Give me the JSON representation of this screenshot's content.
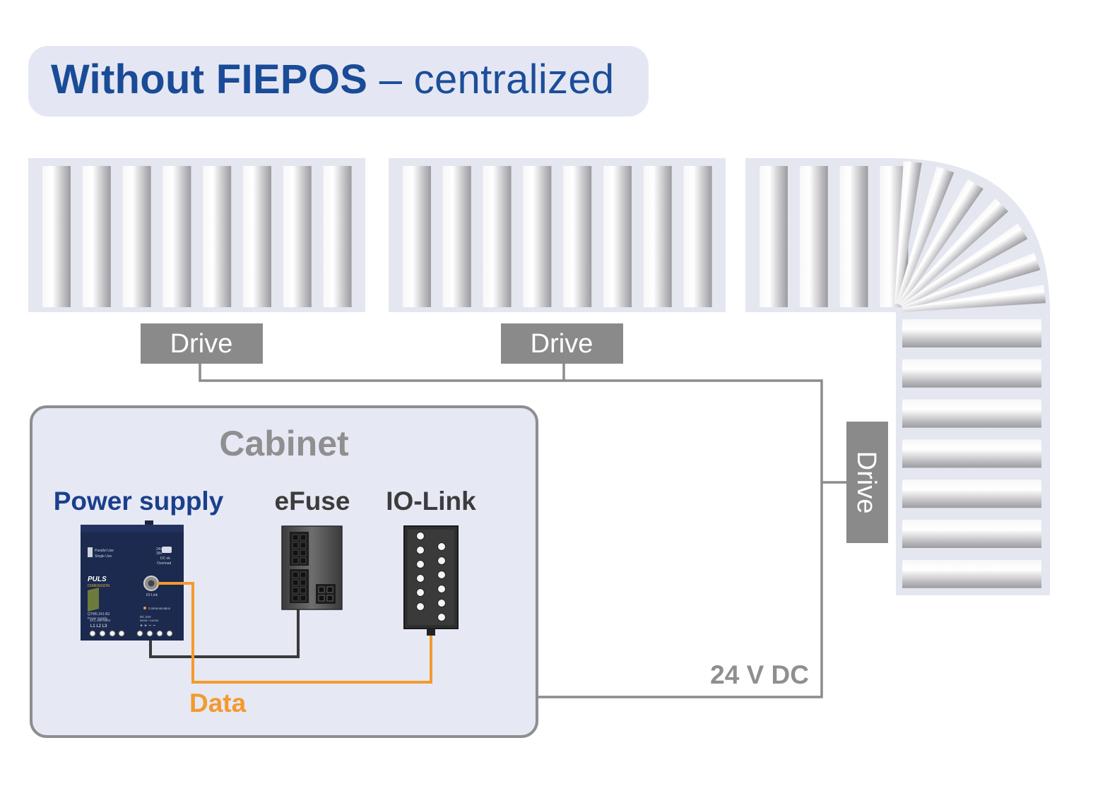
{
  "title": {
    "bold": "Without FIEPOS",
    "rest": " – centralized"
  },
  "drives": {
    "drive_1": "Drive",
    "drive_2": "Drive",
    "drive_3": "Drive"
  },
  "cabinet": {
    "label": "Cabinet",
    "power_supply_label": "Power supply",
    "efuse_label": "eFuse",
    "iolink_label": "IO-Link"
  },
  "power_supply_device": {
    "brand": "PULS",
    "series": "DIMENSION",
    "model": "QTM5.241-B2",
    "model_sub": "Power Supply",
    "parallel_use": "Parallel Use",
    "single_use": "Single Use",
    "voltage_24": "24V",
    "voltage_28": "28V",
    "dc_ok": "DC ok",
    "overload": "Overload",
    "iolink": "IO-Link",
    "communication": "Communication",
    "input": "3AC 380-480V",
    "input_terms": "L1  L2  L3",
    "output": "DC 24V",
    "output_sub": "960W / 1440W",
    "output_terms": "+   +   −   −"
  },
  "wiring": {
    "data_label": "Data",
    "power_label": "24 V DC"
  },
  "colors": {
    "title_blue": "#1a4b97",
    "drive_gray": "#8a8a8a",
    "data_orange": "#f39a2c",
    "cabinet_bg": "#e6e8f4",
    "line_gray": "#8c8c8c"
  }
}
